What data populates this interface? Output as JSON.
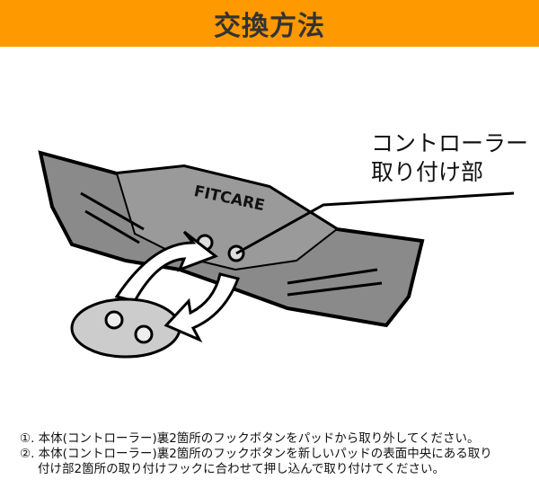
{
  "header": {
    "title": "交換方法",
    "color": "#ff9900"
  },
  "illustration": {
    "brand": "FITCARE",
    "label_line1": "コントローラー",
    "label_line2": "取り付け部"
  },
  "instructions": [
    "①. 本体(コントローラー)裏2箇所のフックボタンをパッドから取り外してください。",
    "②. 本体(コントローラー)裏2箇所のフックボタンを新しいパッドの表面中央にある取り",
    "付け部2箇所の取り付けフックに合わせて押し込んで取り付けてください。"
  ]
}
